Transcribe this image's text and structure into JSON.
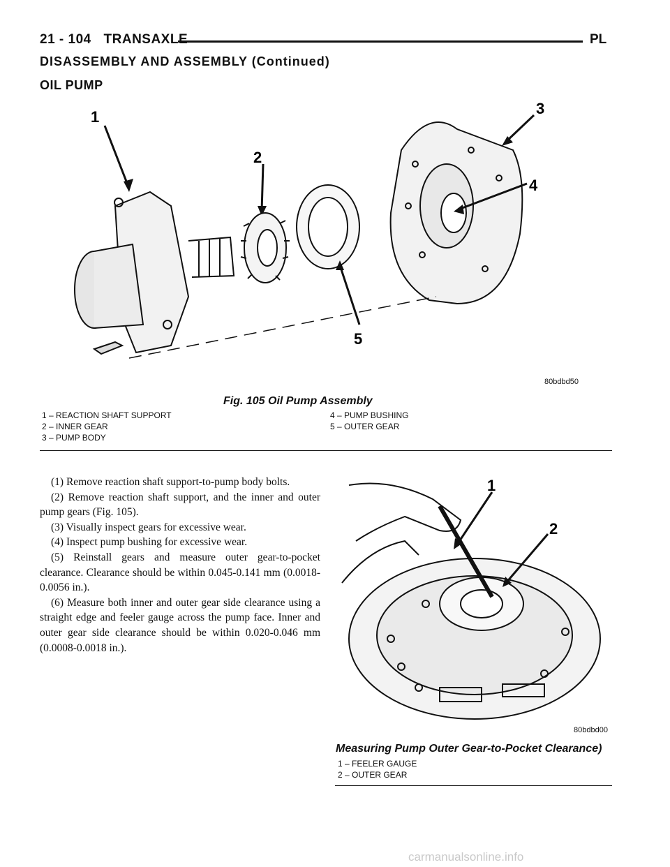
{
  "header": {
    "page_number": "21 - 104",
    "chapter": "TRANSAXLE",
    "model": "PL"
  },
  "section_title": "DISASSEMBLY AND ASSEMBLY (Continued)",
  "subsection_title": "OIL PUMP",
  "figure1": {
    "code": "80bdbd50",
    "caption": "Fig. 105 Oil Pump Assembly",
    "callouts": [
      "1",
      "2",
      "3",
      "4",
      "5"
    ],
    "legend_left": [
      "1 – REACTION SHAFT SUPPORT",
      "2 – INNER GEAR",
      "3 – PUMP BODY"
    ],
    "legend_right": [
      "4 – PUMP BUSHING",
      "5 – OUTER GEAR"
    ]
  },
  "procedure": [
    "(1) Remove reaction shaft support-to-pump body bolts.",
    "(2) Remove reaction shaft support, and the inner and outer pump gears (Fig. 105).",
    "(3) Visually inspect gears for excessive wear.",
    "(4) Inspect pump bushing for excessive wear.",
    "(5) Reinstall gears and measure outer gear-to-pocket clearance. Clearance should be within 0.045-0.141 mm (0.0018-0.0056 in.).",
    "(6) Measure both inner and outer gear side clearance using a straight edge and feeler gauge across the pump face. Inner and outer gear side clearance should be within 0.020-0.046 mm (0.0008-0.0018 in.)."
  ],
  "figure2": {
    "code": "80bdbd00",
    "caption": "Measuring Pump Outer Gear-to-Pocket Clearance)",
    "callouts": [
      "1",
      "2"
    ],
    "legend": [
      "1 – FEELER GAUGE",
      "2 – OUTER GEAR"
    ]
  },
  "watermark": "carmanualsonline.info"
}
